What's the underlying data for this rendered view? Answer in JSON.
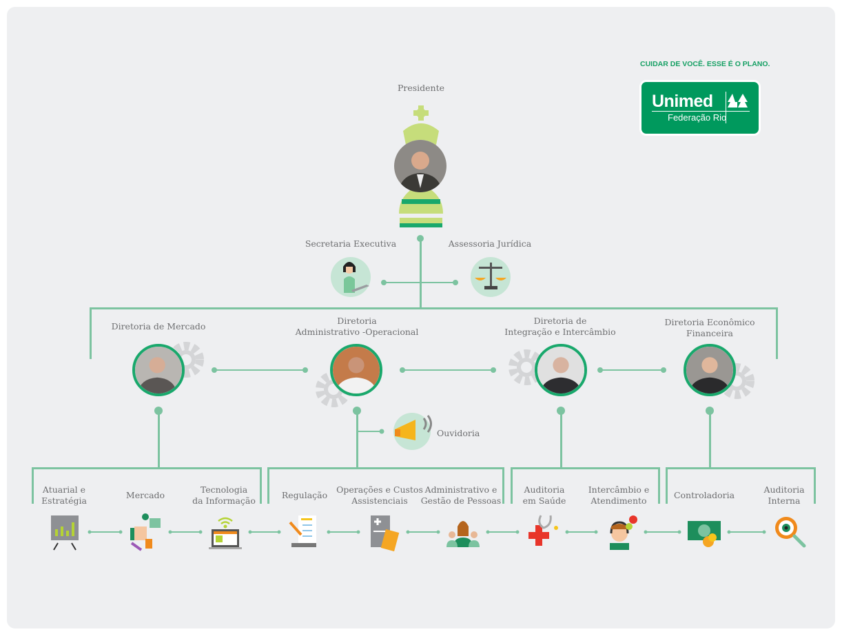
{
  "slogan": "CUIDAR DE VOCÊ. ESSE É O PLANO.",
  "logo": {
    "brand": "Unimed",
    "sub": "Federação Rio"
  },
  "colors": {
    "accent": "#19a86c",
    "line": "#7cc3a0",
    "king": "#c6dd7b"
  },
  "president": {
    "label": "Presidente"
  },
  "staff": [
    {
      "label": "Secretaria Executiva"
    },
    {
      "label": "Assessoria Jurídica"
    }
  ],
  "directors": [
    {
      "line1": "Diretoria de Mercado",
      "line2": ""
    },
    {
      "line1": "Diretoria",
      "line2": "Administrativo -Operacional"
    },
    {
      "line1": "Diretoria de",
      "line2": "Integração e Intercâmbio"
    },
    {
      "line1": "Diretoria Econômico",
      "line2": "Financeira"
    }
  ],
  "ouvidoria": "Ouvidoria",
  "departments": [
    {
      "line1": "Atuarial e",
      "line2": "Estratégia",
      "icon": "chart-board-icon"
    },
    {
      "line1": "Mercado",
      "line2": "",
      "icon": "marketing-icon"
    },
    {
      "line1": "Tecnologia",
      "line2": "da Informação",
      "icon": "laptop-wifi-icon"
    },
    {
      "line1": "Regulação",
      "line2": "",
      "icon": "checklist-icon"
    },
    {
      "line1": "Operações e Custos",
      "line2": "Assistenciais",
      "icon": "calculator-icon"
    },
    {
      "line1": "Administrativo e",
      "line2": "Gestão de Pessoas",
      "icon": "people-icon"
    },
    {
      "line1": "Auditoria",
      "line2": "em Saúde",
      "icon": "stethoscope-icon"
    },
    {
      "line1": "Intercâmbio e",
      "line2": "Atendimento",
      "icon": "headset-icon"
    },
    {
      "line1": "Controladoria",
      "line2": "",
      "icon": "money-icon"
    },
    {
      "line1": "Auditoria",
      "line2": "Interna",
      "icon": "magnifier-eye-icon"
    }
  ]
}
